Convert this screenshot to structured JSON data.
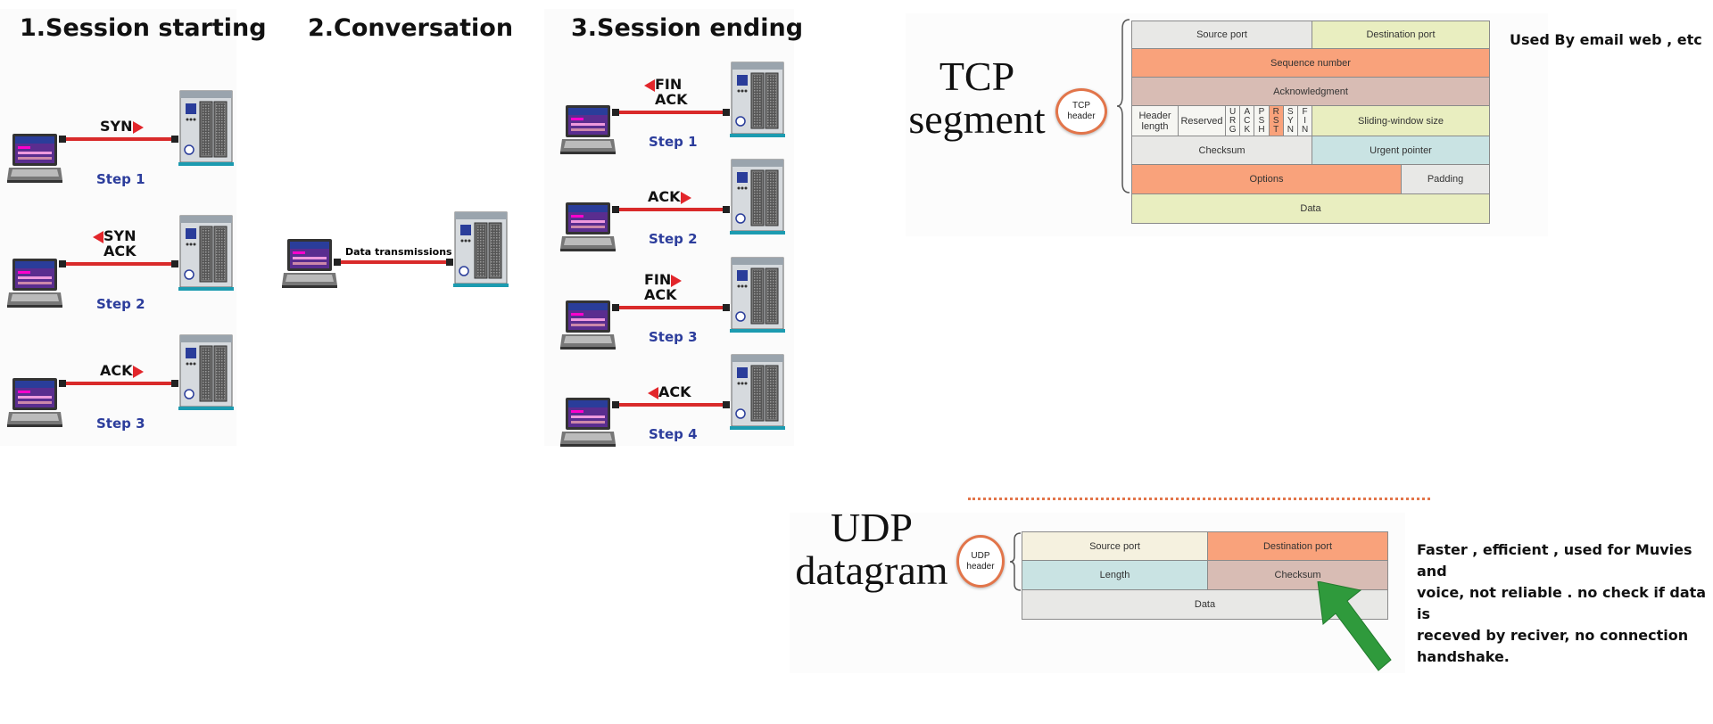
{
  "handshake": {
    "section1": {
      "title": "1.Session starting",
      "steps": [
        {
          "message": [
            "SYN"
          ],
          "direction": "right",
          "step_label": "Step 1"
        },
        {
          "message": [
            "SYN",
            "ACK"
          ],
          "direction": "left",
          "step_label": "Step 2"
        },
        {
          "message": [
            "ACK"
          ],
          "direction": "right",
          "step_label": "Step 3"
        }
      ]
    },
    "section2": {
      "title": "2.Conversation",
      "message": "Data transmissions"
    },
    "section3": {
      "title": "3.Session ending",
      "steps": [
        {
          "message": [
            "FIN",
            "ACK"
          ],
          "direction": "left",
          "step_label": "Step 1"
        },
        {
          "message": [
            "ACK"
          ],
          "direction": "right",
          "step_label": "Step 2"
        },
        {
          "message": [
            "FIN",
            "ACK"
          ],
          "direction": "right",
          "step_label": "Step 3"
        },
        {
          "message": [
            "ACK"
          ],
          "direction": "left",
          "step_label": "Step 4"
        }
      ]
    }
  },
  "tcp": {
    "title_line1": "TCP",
    "title_line2": "segment",
    "badge": [
      "TCP",
      "header"
    ],
    "fields": {
      "source_port": "Source port",
      "destination_port": "Destination port",
      "sequence_number": "Sequence number",
      "acknowledgment": "Acknowledgment",
      "header_length": [
        "Header",
        "length"
      ],
      "reserved": "Reserved",
      "flags": [
        {
          "letters": [
            "U",
            "R",
            "G"
          ],
          "highlight": false
        },
        {
          "letters": [
            "A",
            "C",
            "K"
          ],
          "highlight": false
        },
        {
          "letters": [
            "P",
            "S",
            "H"
          ],
          "highlight": false
        },
        {
          "letters": [
            "R",
            "S",
            "T"
          ],
          "highlight": true
        },
        {
          "letters": [
            "S",
            "Y",
            "N"
          ],
          "highlight": false
        },
        {
          "letters": [
            "F",
            "I",
            "N"
          ],
          "highlight": false
        }
      ],
      "sliding_window_size": "Sliding-window size",
      "checksum": "Checksum",
      "urgent_pointer": "Urgent pointer",
      "options": "Options",
      "padding": "Padding",
      "data": "Data"
    },
    "note": "Used By email web , etc"
  },
  "udp": {
    "title_line1": "UDP",
    "title_line2": "datagram",
    "badge": [
      "UDP",
      "header"
    ],
    "fields": {
      "source_port": "Source port",
      "destination_port": "Destination port",
      "length": "Length",
      "checksum": "Checksum",
      "data": "Data"
    },
    "note_lines": [
      "Faster , efficient , used for Muvies and",
      "voice, not reliable . no check if data is",
      "receved by reciver, no connection",
      "handshake."
    ]
  },
  "colors": {
    "wire": "#d92a2a",
    "arrow": "#e2262b",
    "step_label": "#2c3d9c",
    "green_arrow": "#2f9a3c",
    "divider": "#e2754a"
  },
  "icons": {
    "client": "laptop-icon",
    "server": "server-icon",
    "pointer": "green-arrow-icon"
  }
}
